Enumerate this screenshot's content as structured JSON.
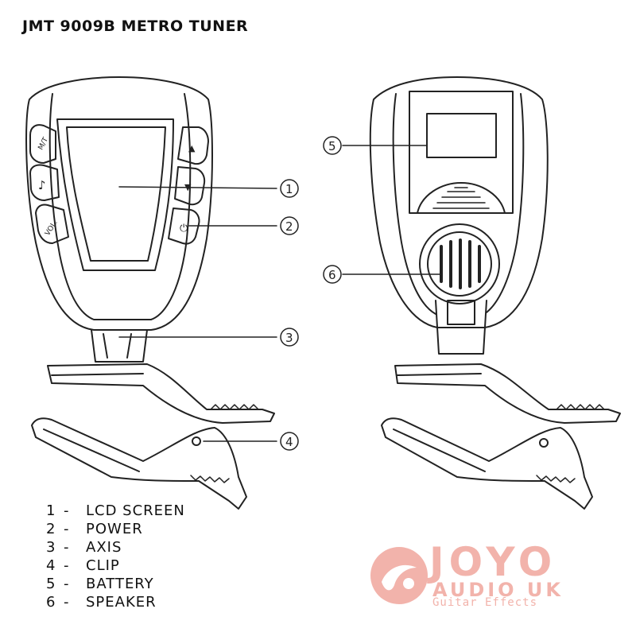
{
  "title": "JMT  9009B METRO TUNER",
  "front_buttons": {
    "mt": "M/T",
    "note": "♪",
    "vol": "VOL.",
    "up": "▲",
    "down": "▼",
    "power": "⏻"
  },
  "callouts": [
    "1",
    "2",
    "3",
    "4",
    "5",
    "6"
  ],
  "legend": [
    {
      "num": "1",
      "sep": "-",
      "label": "LCD SCREEN"
    },
    {
      "num": "2",
      "sep": "-",
      "label": "POWER"
    },
    {
      "num": "3",
      "sep": "-",
      "label": "AXIS"
    },
    {
      "num": "4",
      "sep": "-",
      "label": "CLIP"
    },
    {
      "num": "5",
      "sep": "-",
      "label": "BATTERY"
    },
    {
      "num": "6",
      "sep": "-",
      "label": "SPEAKER"
    }
  ],
  "logo": {
    "brand": "JOYO",
    "sub": "AUDIO UK",
    "tagline": "Guitar Effects",
    "color": "#f2b3ab"
  }
}
